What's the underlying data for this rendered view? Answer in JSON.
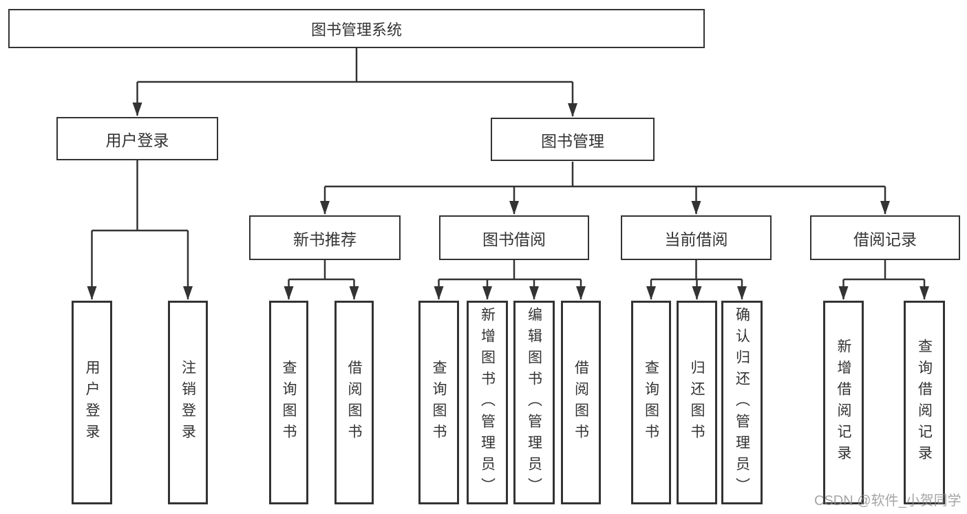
{
  "diagram": {
    "title": "图书管理系统",
    "colors": {
      "line": "#333333",
      "text": "#333333",
      "background": "#ffffff"
    },
    "level2": [
      {
        "label": "用户登录"
      },
      {
        "label": "图书管理"
      }
    ],
    "level3": [
      {
        "label": "新书推荐"
      },
      {
        "label": "图书借阅"
      },
      {
        "label": "当前借阅"
      },
      {
        "label": "借阅记录"
      }
    ],
    "leaves": {
      "user_login": [
        {
          "label": "用户登录"
        },
        {
          "label": "注销登录"
        }
      ],
      "new_books": [
        {
          "label": "查询图书"
        },
        {
          "label": "借阅图书"
        }
      ],
      "book_borrow": [
        {
          "label": "查询图书"
        },
        {
          "label": "新增图书（管理员）"
        },
        {
          "label": "编辑图书（管理员）"
        },
        {
          "label": "借阅图书"
        }
      ],
      "current_borrow": [
        {
          "label": "查询图书"
        },
        {
          "label": "归还图书"
        },
        {
          "label": "确认归还（管理员）"
        }
      ],
      "borrow_records": [
        {
          "label": "新增借阅记录"
        },
        {
          "label": "查询借阅记录"
        }
      ]
    },
    "watermark": "CSDN @软件_小贺同学"
  }
}
